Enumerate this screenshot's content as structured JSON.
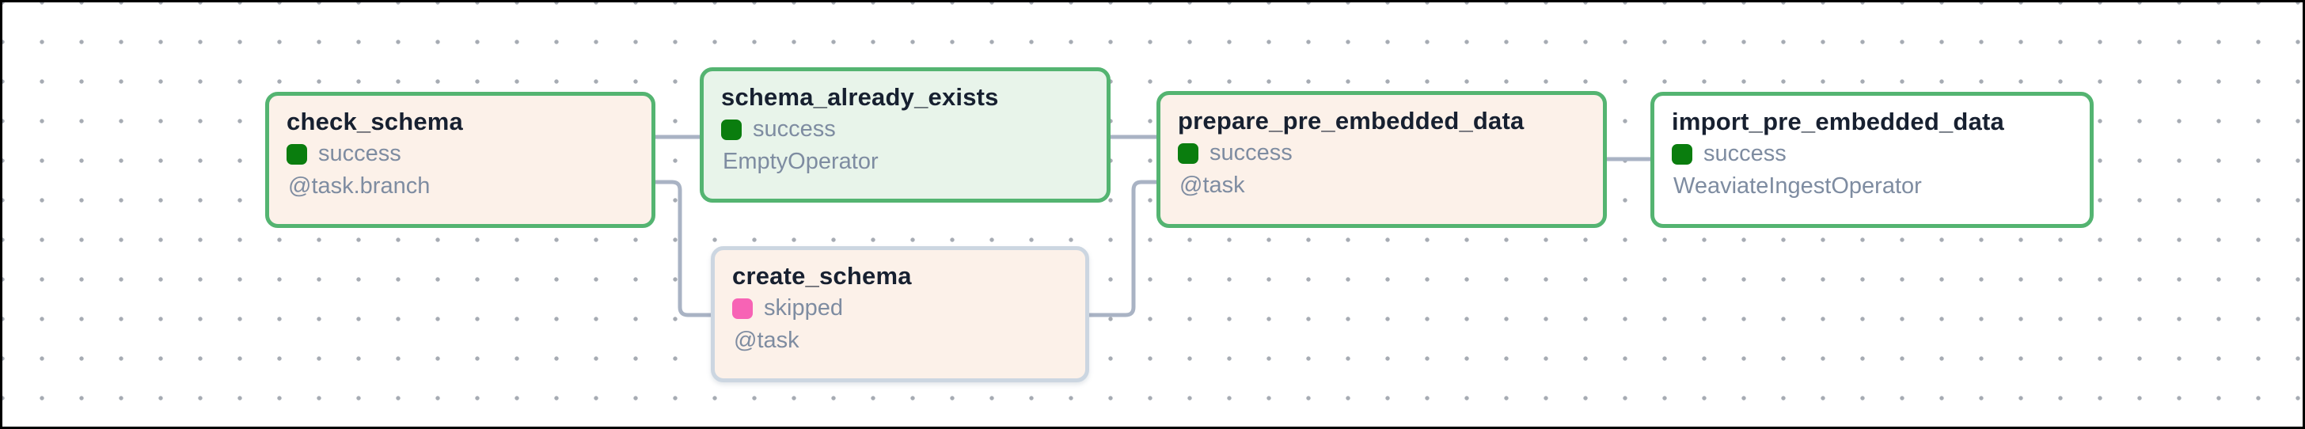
{
  "app": {
    "view": "dag-graph"
  },
  "canvas": {
    "background_color": "#ffffff",
    "dot_color": "#a6abb3",
    "frame_color": "#000000",
    "edge_color": "#a9b3c4"
  },
  "status_colors": {
    "success": "#0a7d0e",
    "skipped": "#f763b5"
  },
  "nodes": [
    {
      "id": "check_schema",
      "title": "check_schema",
      "status": "success",
      "operator": "@task.branch",
      "status_color": "#0a7d0e",
      "border_color": "#54b471",
      "background_color": "#fcf1e9"
    },
    {
      "id": "schema_already_exists",
      "title": "schema_already_exists",
      "status": "success",
      "operator": "EmptyOperator",
      "status_color": "#0a7d0e",
      "border_color": "#54b471",
      "background_color": "#e8f4ea"
    },
    {
      "id": "create_schema",
      "title": "create_schema",
      "status": "skipped",
      "operator": "@task",
      "status_color": "#f763b5",
      "border_color": "#ccd6e1",
      "background_color": "#fcf1e9"
    },
    {
      "id": "prepare_pre_embedded_data",
      "title": "prepare_pre_embedded_data",
      "status": "success",
      "operator": "@task",
      "status_color": "#0a7d0e",
      "border_color": "#54b471",
      "background_color": "#fcf1e9"
    },
    {
      "id": "import_pre_embedded_data",
      "title": "import_pre_embedded_data",
      "status": "success",
      "operator": "WeaviateIngestOperator",
      "status_color": "#0a7d0e",
      "border_color": "#54b471",
      "background_color": "#ffffff"
    }
  ],
  "edges": [
    {
      "from": "check_schema",
      "to": "schema_already_exists"
    },
    {
      "from": "check_schema",
      "to": "create_schema"
    },
    {
      "from": "schema_already_exists",
      "to": "prepare_pre_embedded_data"
    },
    {
      "from": "create_schema",
      "to": "prepare_pre_embedded_data"
    },
    {
      "from": "prepare_pre_embedded_data",
      "to": "import_pre_embedded_data"
    }
  ]
}
